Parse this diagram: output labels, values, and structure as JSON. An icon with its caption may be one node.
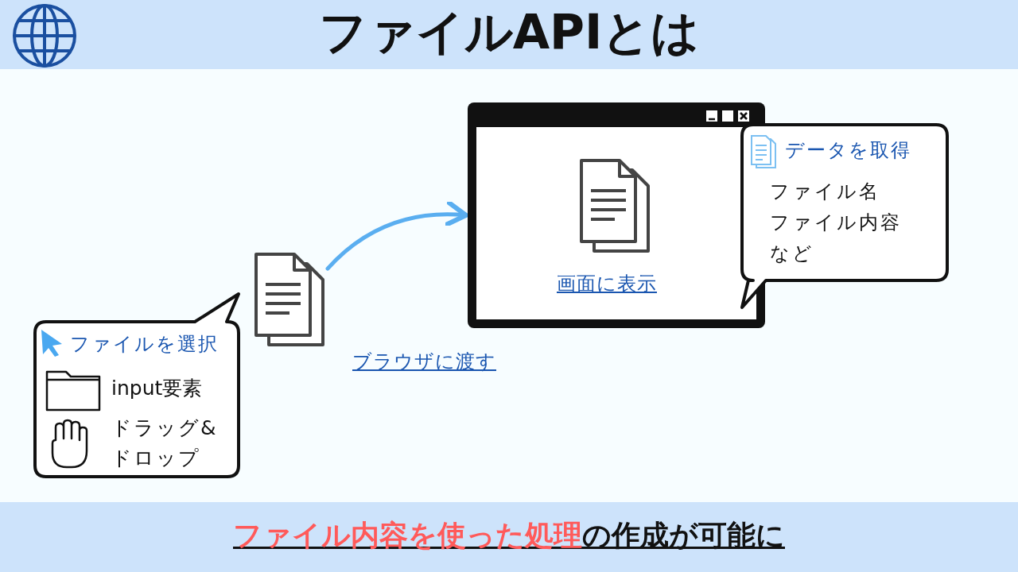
{
  "diagram": {
    "title": "ファイルAPIとは",
    "caption": "**ファイル内容を使った処理**の作成が可能に",
    "nodes": [
      {
        "text": [
          "ファイルを選択",
          "input要素",
          "ドラッグ&ドロップ"
        ]
      },
      {
        "text": [],
        "shape": "document"
      },
      {
        "text": [
          "画面に表示"
        ]
      },
      {
        "text": [],
        "shape": "document",
        "in": 2
      },
      {
        "text": [
          "データを取得",
          "ファイル名",
          "ファイル内容",
          "など"
        ]
      }
    ],
    "edges": [
      {
        "from": 1,
        "to": 2,
        "arrow": "to",
        "label": "ブラウザに渡す"
      }
    ]
  }
}
